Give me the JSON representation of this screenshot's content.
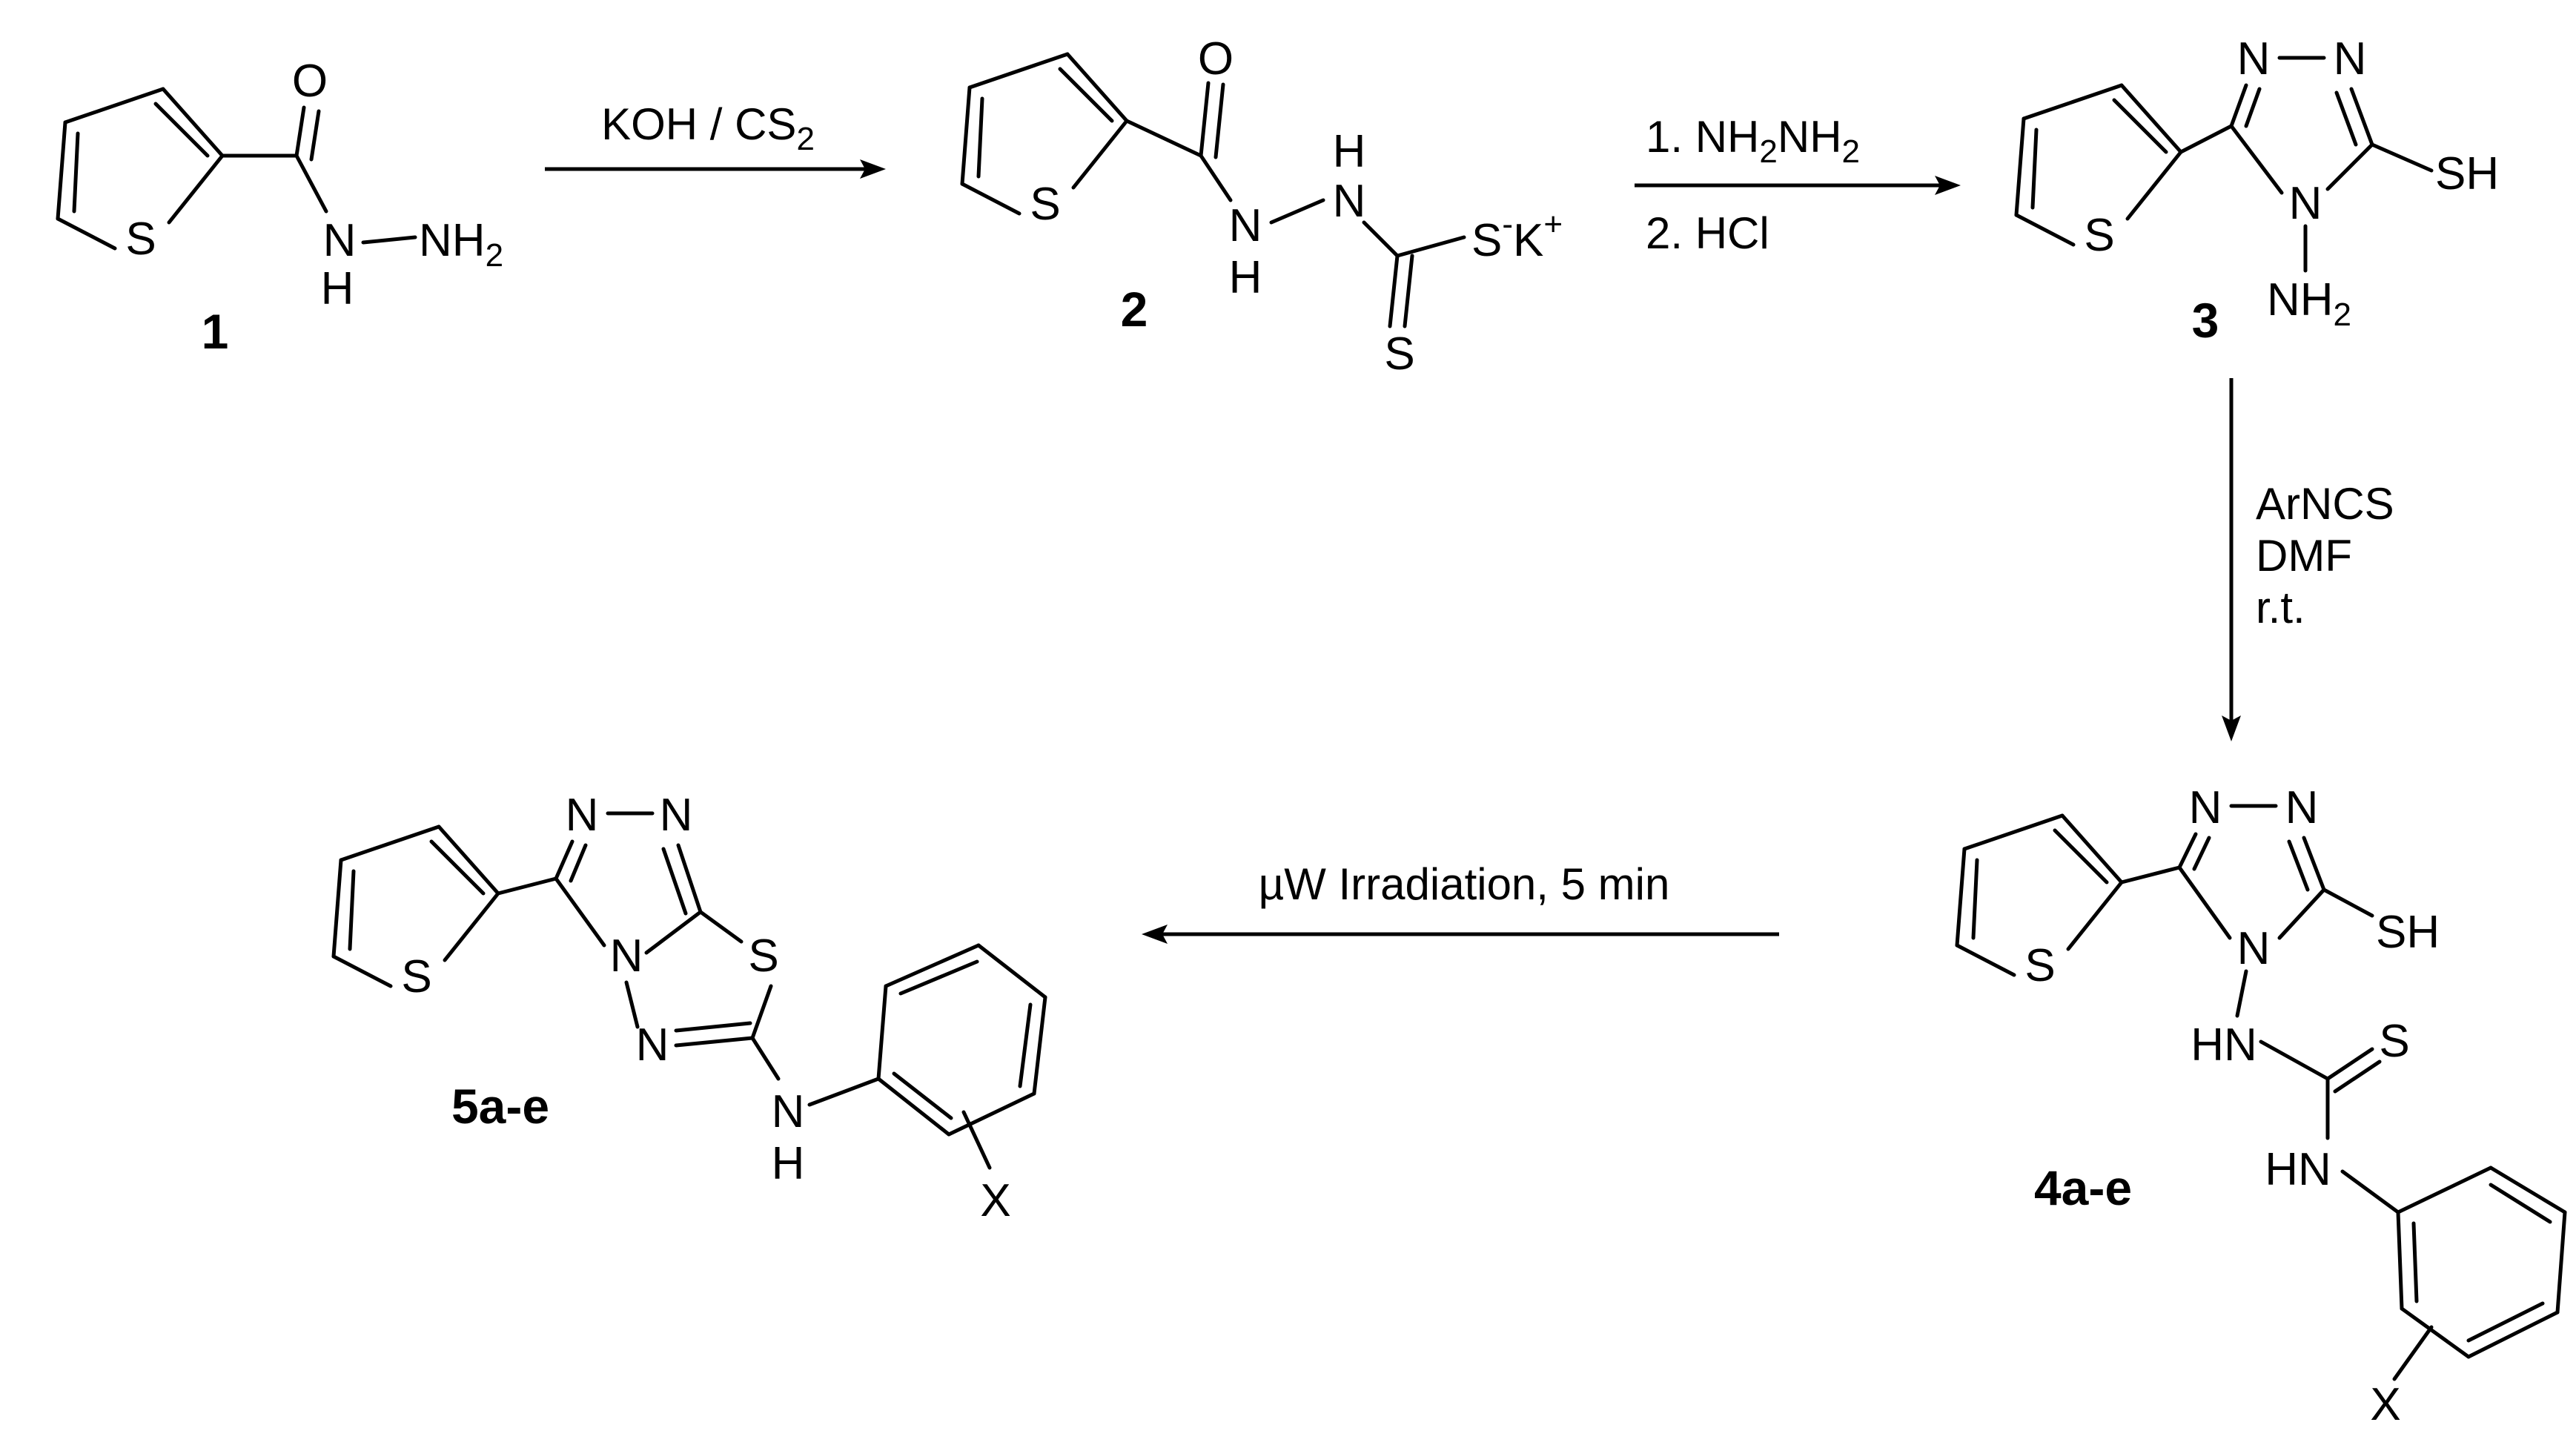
{
  "compounds": {
    "c1": {
      "number": "1"
    },
    "c2": {
      "number": "2"
    },
    "c3": {
      "number": "3"
    },
    "c4": {
      "number": "4a-e"
    },
    "c5": {
      "number": "5a-e"
    }
  },
  "reactions": {
    "step1": {
      "reagent": "KOH / CS",
      "reagent_sub": "2"
    },
    "step2": {
      "line1_prefix": "1. NH",
      "line1_sub1": "2",
      "line1_mid": "NH",
      "line1_sub2": "2",
      "line2": "2. HCl"
    },
    "step3": {
      "line1": "ArNCS",
      "line2": "DMF",
      "line3": "r.t."
    },
    "step4": {
      "label": "µW Irradiation, 5 min"
    }
  },
  "atoms": {
    "S": "S",
    "O": "O",
    "N": "N",
    "H": "H",
    "NH": "NH",
    "HN": "HN",
    "X": "X",
    "SH": "SH",
    "NH2_base": "NH",
    "NH2_sub": "2",
    "K": "K",
    "minus": "-",
    "plus": "+"
  }
}
